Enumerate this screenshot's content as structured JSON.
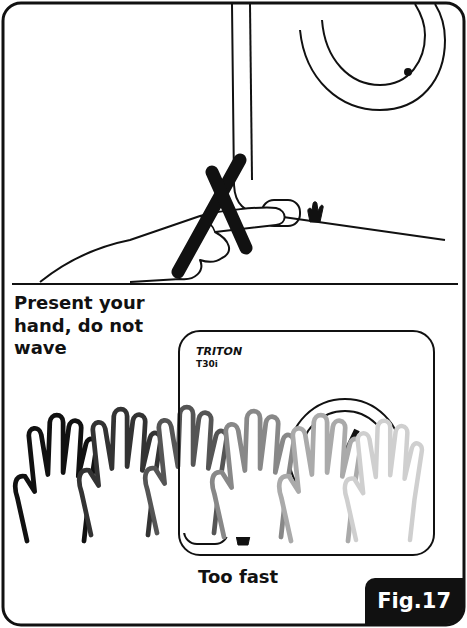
{
  "diagram": {
    "nodes": [
      {
        "text": [
          "TRITON",
          "T30i"
        ]
      },
      {
        "text": [
          "Fig.17"
        ]
      }
    ],
    "labels": [
      "Present your hand, do not wave",
      "Too fast"
    ]
  }
}
